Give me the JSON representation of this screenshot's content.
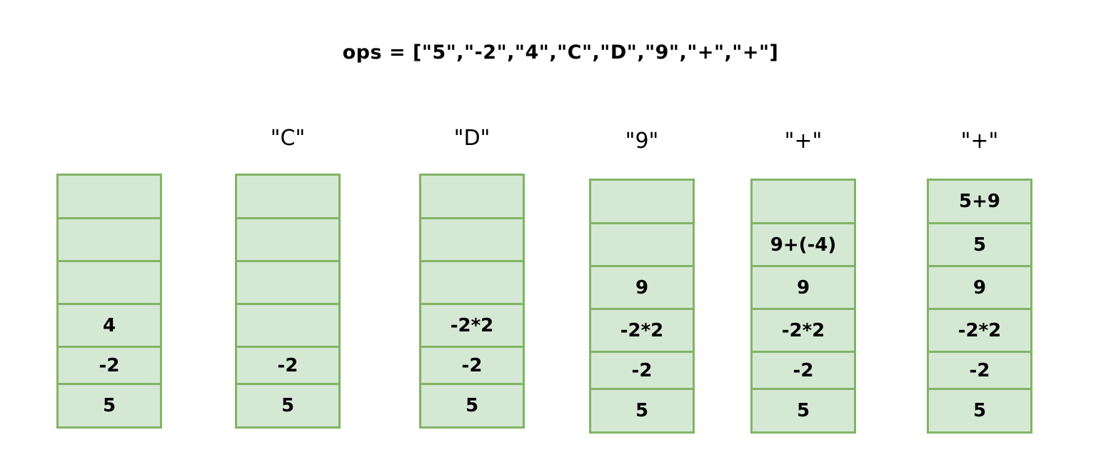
{
  "title": "ops = [\"5\",\"-2\",\"4\",\"C\",\"D\",\"9\",\"+\",\"+\"]",
  "fill_color": "#d5e8d4",
  "stroke_color": "#82b366",
  "stacks": [
    {
      "label": "",
      "cells": [
        "",
        "",
        "",
        "4",
        "-2",
        "5"
      ]
    },
    {
      "label": "\"C\"",
      "cells": [
        "",
        "",
        "",
        "",
        "-2",
        "5"
      ]
    },
    {
      "label": "\"D\"",
      "cells": [
        "",
        "",
        "",
        "-2*2",
        "-2",
        "5"
      ]
    },
    {
      "label": "\"9\"",
      "cells": [
        "",
        "",
        "9",
        "-2*2",
        "-2",
        "5"
      ]
    },
    {
      "label": "\"+\"",
      "cells": [
        "",
        "9+(-4)",
        "9",
        "-2*2",
        "-2",
        "5"
      ]
    },
    {
      "label": "\"+\"",
      "cells": [
        "5+9",
        "5",
        "9",
        "-2*2",
        "-2",
        "5"
      ]
    }
  ]
}
